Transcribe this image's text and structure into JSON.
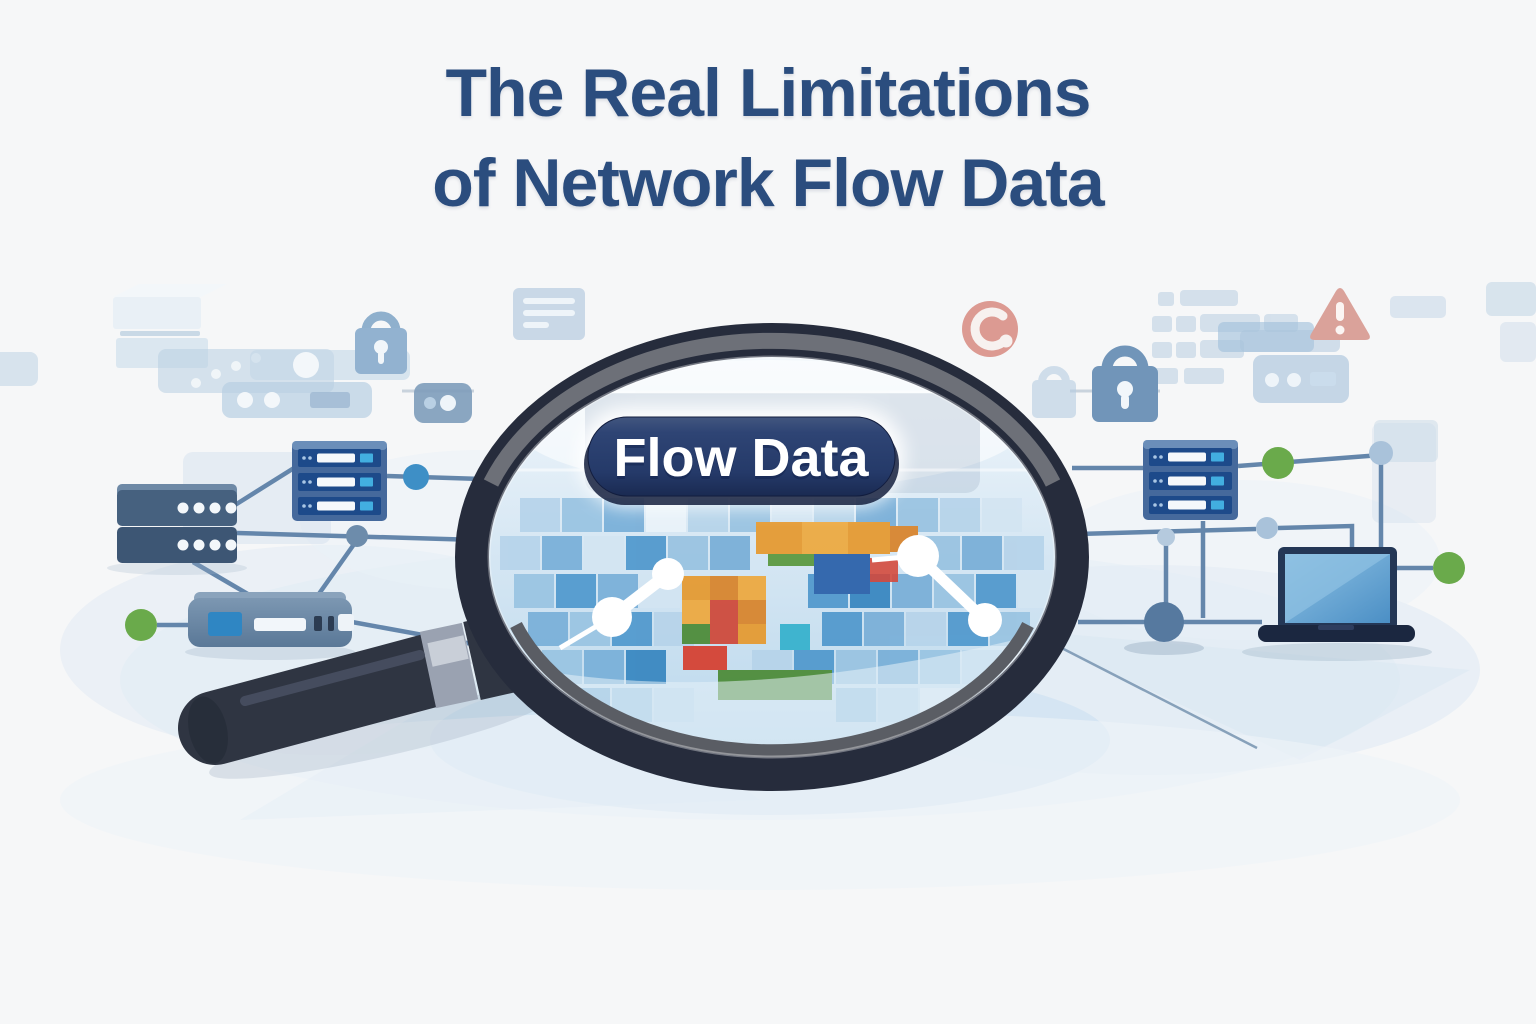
{
  "title": {
    "line1": "The Real Limitations",
    "line2": "of Network Flow Data"
  },
  "lens": {
    "label": "Flow Data"
  },
  "palette": {
    "background": "#f6f7f8",
    "title_text": "#2b4d7e",
    "pill_fill": "#263b6a",
    "pill_text": "#ffffff",
    "rim_dark": "#262c3c",
    "rim_highlight": "#6d7078",
    "handle_dark": "#2f3542",
    "handle_band": "#9aa2b1",
    "connector_line": "#6486ab",
    "node_green": "#6aaa4b",
    "node_blue": "#3e8fc6",
    "node_steel": "#56799f",
    "device_blue": "#45699c",
    "row_navy": "#1d4a8a",
    "router_blue": "#62809f",
    "screen_blue": "#5fa0d0",
    "lock_blue": "#7195b9",
    "alert_salmon": "#daa29a",
    "refresh_salmon": "#dc9a92",
    "mosaic_blues": [
      "#d3e5f2",
      "#b7d4ea",
      "#9ac4e2",
      "#7bb0d8",
      "#539ace",
      "#3a88c1",
      "#2d79b3"
    ],
    "mosaic_accents": [
      "#e59b33",
      "#edaa42",
      "#d8862f",
      "#cf4b3c",
      "#d54334",
      "#5c9a42",
      "#4e8c3a",
      "#2d63ab",
      "#38b2ce"
    ]
  },
  "icons": {
    "magnifier": "magnifying glass over pixelated flow-data mosaic",
    "lock": "padlock",
    "warning": "alert triangle with exclamation mark",
    "refresh": "circular arrow badge",
    "server_stack": "stacked server unit",
    "server_rack": "rack server with three bays",
    "router": "network router appliance",
    "laptop": "laptop computer",
    "node": "network node dot",
    "trend": "white connected data points"
  }
}
